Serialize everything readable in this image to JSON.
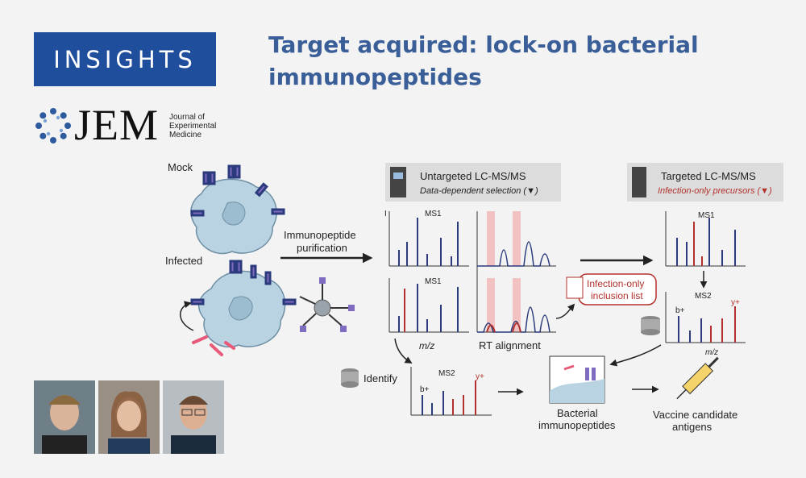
{
  "badge": "INSIGHTS",
  "headline": "Target acquired: lock-on bacterial immunopeptides",
  "journal": {
    "wordmark": "JEM",
    "subtitle_lines": [
      "Journal of",
      "Experimental",
      "Medicine"
    ]
  },
  "diagram": {
    "mock": "Mock",
    "infected": "Infected",
    "purification_line1": "Immunopeptide",
    "purification_line2": "purification",
    "untargeted_title": "Untargeted LC-MS/MS",
    "untargeted_sub": "Data-dependent selection (▼)",
    "targeted_title": "Targeted LC-MS/MS",
    "targeted_sub": "Infection-only precursors (▼)",
    "ms1": "MS1",
    "ms2": "MS2",
    "intensity": "I",
    "mz": "m/z",
    "rt_alignment": "RT alignment",
    "inclusion_line1": "Infection-only",
    "inclusion_line2": "inclusion list",
    "identify": "Identify",
    "b_ion": "b+",
    "y_ion": "y+",
    "bacterial_line1": "Bacterial",
    "bacterial_line2": "immunopeptides",
    "vaccine_line1": "Vaccine candidate",
    "vaccine_line2": "antigens"
  },
  "colors": {
    "brand_blue": "#1f4e9c",
    "headline_blue": "#3a5f98",
    "bar_navy": "#2b3a7c",
    "bar_red": "#b3312c",
    "highlight_red": "#e58080",
    "cell_blue": "#b9d3e2"
  }
}
